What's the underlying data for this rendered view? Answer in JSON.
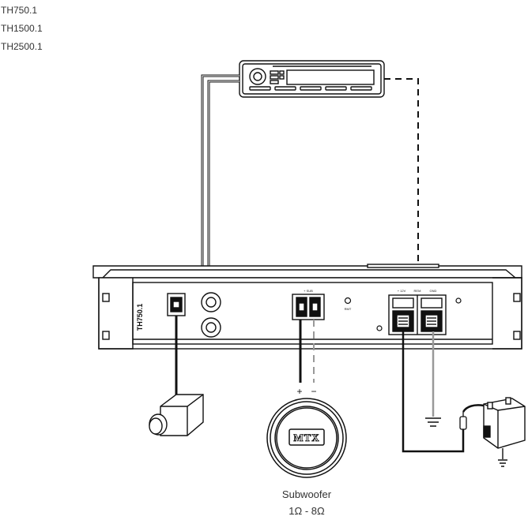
{
  "models": [
    "TH750.1",
    "TH1500.1",
    "TH2500.1"
  ],
  "amplifier": {
    "model_label": "TH750.1",
    "terminal_labels": {
      "speaker": "+ SUB",
      "power_pos": "+ 12V",
      "remote": "REM",
      "ground": "GND",
      "port": "RMT"
    }
  },
  "speaker": {
    "logo": "MTX",
    "polarity_pos": "+",
    "polarity_neg": "−",
    "caption": "Subwoofer",
    "impedance": "1Ω - 8Ω"
  },
  "colors": {
    "line": "#111111",
    "ground_wire": "#999999",
    "body_fill": "#ffffff"
  },
  "icons": [
    "head-unit",
    "amplifier",
    "level-remote-knob",
    "subwoofer",
    "battery",
    "ground-symbol",
    "fuse-holder"
  ]
}
